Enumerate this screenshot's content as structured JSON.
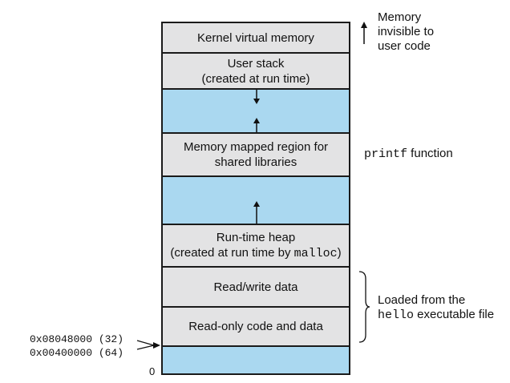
{
  "segments": {
    "kernel": "Kernel virtual memory",
    "user_stack_line1": "User stack",
    "user_stack_line2": "(created at run time)",
    "mmap_line1": "Memory mapped region for",
    "mmap_line2": "shared libraries",
    "heap_line1": "Run-time heap",
    "heap_line2_prefix": "(created at run time by ",
    "heap_line2_code": "malloc",
    "heap_line2_suffix": ")",
    "rw_data": "Read/write data",
    "ro_code": "Read-only code and data"
  },
  "annotations": {
    "kernel_note_line1": "Memory",
    "kernel_note_line2": "invisible to",
    "kernel_note_line3": "user code",
    "printf_code": "printf",
    "printf_text": " function",
    "loaded_line1": "Loaded from the",
    "loaded_code": "hello",
    "loaded_text": " executable file"
  },
  "addresses": {
    "addr32": "0x08048000 (32)",
    "addr64": "0x00400000 (64)",
    "zero": "0"
  },
  "colors": {
    "gray_fill": "#e3e3e4",
    "blue_fill": "#aad8f0",
    "border": "#1a1a1a"
  }
}
